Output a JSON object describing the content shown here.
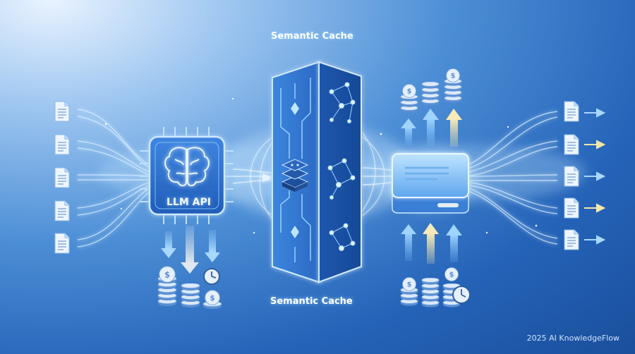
{
  "diagram": {
    "cache_title_top": "Semantic Cache",
    "cache_title_bottom": "Semantic Cache",
    "llm_label": "LLM API",
    "footer": "2025 AI KnowledgeFlow"
  },
  "colors": {
    "background_dark": "#1a4f9c",
    "background_light": "#e9f3ff",
    "glow": "#bfe4ff",
    "chip_fill": "#2c6fcf",
    "coin": "#dbe9fb",
    "arrow_gold": "#f5e6a8"
  },
  "icons": [
    "document-icon",
    "brain-icon",
    "cpu-chip-icon",
    "database-stack-icon",
    "network-nodes-icon",
    "server-icon",
    "coin-stack-icon",
    "clock-icon",
    "arrow-up-icon",
    "arrow-down-icon",
    "arrow-right-icon"
  ]
}
